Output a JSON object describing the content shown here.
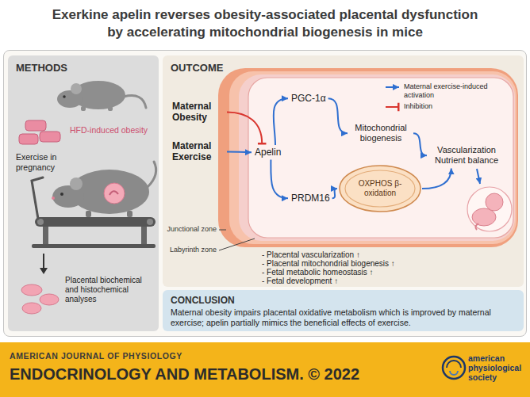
{
  "diagram": {
    "title": "Exerkine apelin reverses obesity-associated placental dysfunction by accelerating mitochondrial biogenesis in mice",
    "nodes": [
      {
        "text": [
          "METHODS",
          "HFD-induced obesity",
          "Exercise in pregnancy",
          "Placental biochemical and histochemical analyses"
        ]
      },
      {
        "text": [
          "OUTCOME"
        ]
      },
      {
        "text": [
          "Maternal Obesity"
        ],
        "in": 1
      },
      {
        "text": [
          "Maternal Exercise"
        ],
        "in": 1
      },
      {
        "text": [
          "Apelin"
        ],
        "in": 1
      },
      {
        "text": [
          "PGC-1α"
        ],
        "in": 1
      },
      {
        "text": [
          "PRDM16"
        ],
        "in": 1
      },
      {
        "text": [
          "Mitochondrial biogenesis"
        ],
        "in": 1
      },
      {
        "text": [
          "OXPHOS β-oxidation"
        ],
        "in": 1
      },
      {
        "text": [
          "Vascularization Nutrient balance"
        ],
        "in": 1
      },
      {
        "text": [
          "CONCLUSION",
          "Maternal obesity impairs placental oxidative metabolism which is improved by maternal exercise; apelin partially mimics the beneficial effects of exercise."
        ]
      },
      {
        "text": [
          "AMERICAN JOURNAL OF PHYSIOLOGY",
          "ENDOCRINOLOGY AND METABOLISM. © 2022",
          "american physiological society"
        ]
      }
    ],
    "edges": [
      {
        "from": 3,
        "to": 4,
        "arrow": "to"
      },
      {
        "from": 2,
        "to": 4,
        "arrow": "to"
      },
      {
        "from": 4,
        "to": 5,
        "arrow": "to"
      },
      {
        "from": 4,
        "to": 6,
        "arrow": "to"
      },
      {
        "from": 5,
        "to": 7,
        "arrow": "to"
      },
      {
        "from": 6,
        "to": 8,
        "arrow": "to"
      },
      {
        "from": 7,
        "to": 9,
        "arrow": "to"
      },
      {
        "from": 8,
        "to": 9,
        "arrow": "to"
      }
    ],
    "labels": [
      "Junctional zone",
      "Labyrinth zone",
      "- Placental vascularization ↑",
      "- Placental mitochondrial biogenesis ↑",
      "- Fetal metabolic homeostasis ↑",
      "- Fetal development ↑"
    ],
    "legend": [
      {
        "text": "Maternal exercise-induced activation"
      },
      {
        "text": "Inhibition"
      }
    ]
  }
}
